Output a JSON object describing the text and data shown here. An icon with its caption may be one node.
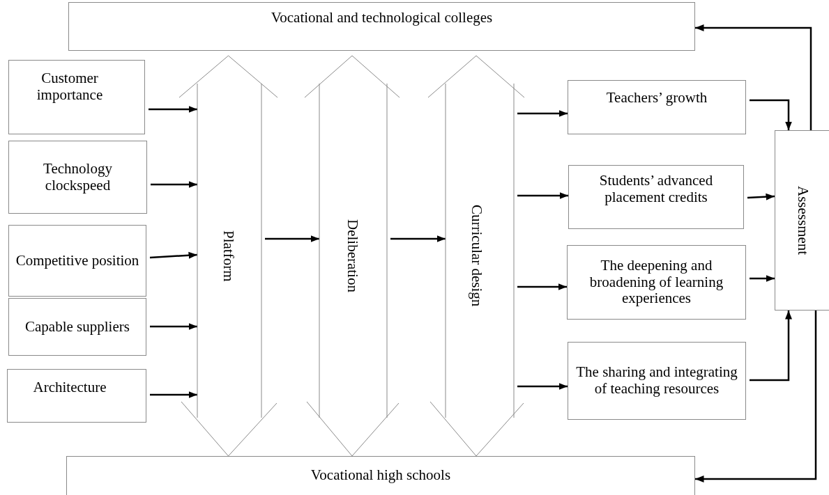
{
  "diagram": {
    "nodes": [
      {
        "text": [
          "Vocational and technological colleges"
        ]
      },
      {
        "text": [
          "Customer importance"
        ]
      },
      {
        "text": [
          "Technology clockspeed"
        ]
      },
      {
        "text": [
          "Competitive position"
        ]
      },
      {
        "text": [
          "Capable suppliers"
        ]
      },
      {
        "text": [
          "Architecture"
        ]
      },
      {
        "text": [
          "Platform"
        ]
      },
      {
        "text": [
          "Deliberation"
        ]
      },
      {
        "text": [
          "Curricular design"
        ]
      },
      {
        "text": [
          "Teachers’ growth"
        ]
      },
      {
        "text": [
          "Students’ advanced placement credits"
        ]
      },
      {
        "text": [
          "The deepening and broadening of learning experiences"
        ]
      },
      {
        "text": [
          "The sharing and integrating of teaching resources"
        ]
      },
      {
        "text": [
          "Assessment"
        ]
      },
      {
        "text": [
          "Vocational high schools"
        ]
      }
    ],
    "edges": [
      {
        "from": 1,
        "to": 6,
        "arrow": "to"
      },
      {
        "from": 2,
        "to": 6,
        "arrow": "to"
      },
      {
        "from": 3,
        "to": 6,
        "arrow": "to"
      },
      {
        "from": 4,
        "to": 6,
        "arrow": "to"
      },
      {
        "from": 5,
        "to": 6,
        "arrow": "to"
      },
      {
        "from": 6,
        "to": 7,
        "arrow": "to"
      },
      {
        "from": 7,
        "to": 8,
        "arrow": "to"
      },
      {
        "from": 8,
        "to": 9,
        "arrow": "to"
      },
      {
        "from": 8,
        "to": 10,
        "arrow": "to"
      },
      {
        "from": 8,
        "to": 11,
        "arrow": "to"
      },
      {
        "from": 8,
        "to": 12,
        "arrow": "to"
      },
      {
        "from": 9,
        "to": 13,
        "arrow": "to"
      },
      {
        "from": 10,
        "to": 13,
        "arrow": "to"
      },
      {
        "from": 11,
        "to": 13,
        "arrow": "to"
      },
      {
        "from": 12,
        "to": 13,
        "arrow": "to"
      },
      {
        "from": 13,
        "to": 0,
        "arrow": "to"
      },
      {
        "from": 13,
        "to": 14,
        "arrow": "to"
      }
    ]
  }
}
